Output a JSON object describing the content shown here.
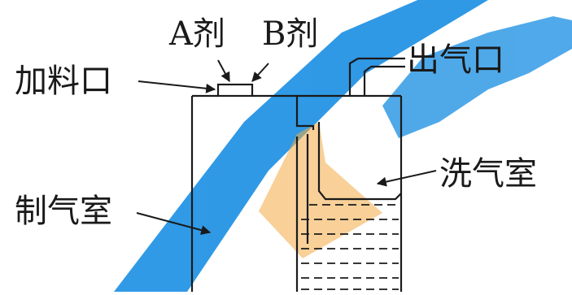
{
  "labels": {
    "reagent_a": "A剂",
    "reagent_b": "B剂",
    "feed_port": "加料口",
    "gas_outlet": "出气口",
    "wash_chamber": "洗气室",
    "production_chamber": "制气室"
  },
  "colors": {
    "line": "#1a1a1a",
    "watermark_blue": "#1a8fe3",
    "watermark_orange": "#f0a030"
  }
}
